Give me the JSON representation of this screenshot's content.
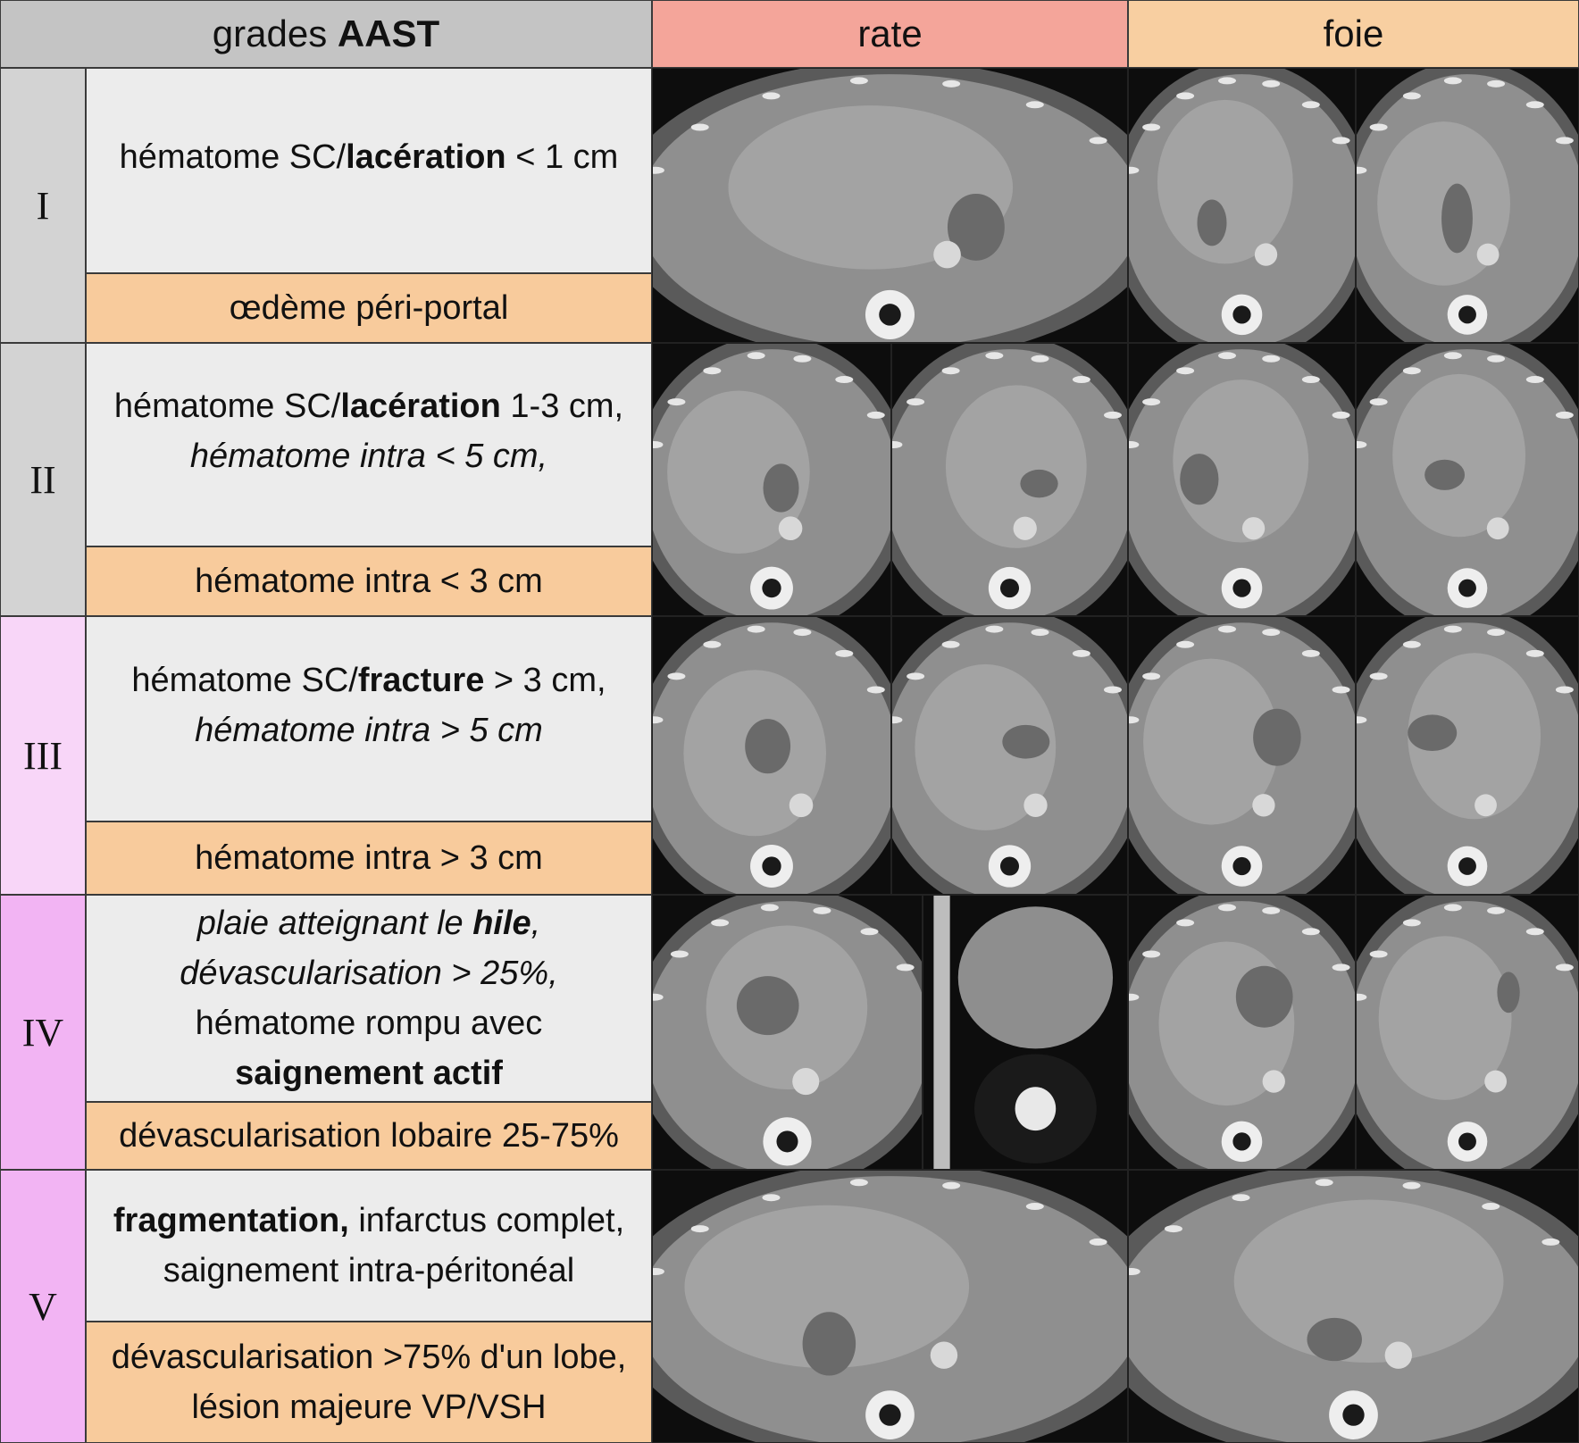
{
  "header": {
    "grades_prefix": "grades ",
    "grades_bold": "AAST",
    "rate": "rate",
    "foie": "foie"
  },
  "colors": {
    "header_grades": "#c4c4c4",
    "header_rate": "#f4a59a",
    "header_foie": "#f8cfa1",
    "grade_I_II": "#d3d3d3",
    "grade_III": "#f8d6f8",
    "grade_IV_V": "#f2b4f3",
    "description_bg": "#ececec",
    "liver_only_bg": "#f8cb9c"
  },
  "rows": [
    {
      "grade": "I",
      "desc_lines": [
        [
          {
            "t": "hématome SC/",
            "s": "n"
          },
          {
            "t": "lacération",
            "s": "b"
          },
          {
            "t": " < 1 cm",
            "s": "n"
          }
        ]
      ],
      "liver_lines": [
        [
          {
            "t": "œdème péri-portal",
            "s": "n"
          }
        ]
      ]
    },
    {
      "grade": "II",
      "desc_lines": [
        [
          {
            "t": "hématome SC/",
            "s": "n"
          },
          {
            "t": "lacération",
            "s": "b"
          },
          {
            "t": " 1-3 cm,",
            "s": "n"
          }
        ],
        [
          {
            "t": "hématome intra < 5 cm,",
            "s": "i"
          }
        ]
      ],
      "liver_lines": [
        [
          {
            "t": "hématome intra < 3 cm",
            "s": "n"
          }
        ]
      ]
    },
    {
      "grade": "III",
      "desc_lines": [
        [
          {
            "t": "hématome SC/",
            "s": "n"
          },
          {
            "t": "fracture",
            "s": "b"
          },
          {
            "t": " > 3 cm,",
            "s": "n"
          }
        ],
        [
          {
            "t": "hématome intra > 5 cm",
            "s": "i"
          }
        ]
      ],
      "liver_lines": [
        [
          {
            "t": "hématome intra > 3 cm",
            "s": "n"
          }
        ]
      ]
    },
    {
      "grade": "IV",
      "desc_lines": [
        [
          {
            "t": "plaie atteignant le ",
            "s": "i"
          },
          {
            "t": "hile",
            "s": "bi"
          },
          {
            "t": ",",
            "s": "i"
          }
        ],
        [
          {
            "t": "dévascularisation > 25%,",
            "s": "i"
          }
        ],
        [
          {
            "t": "hématome rompu avec",
            "s": "n"
          }
        ],
        [
          {
            "t": "saignement actif",
            "s": "b"
          }
        ]
      ],
      "liver_lines": [
        [
          {
            "t": "dévascularisation lobaire 25-75%",
            "s": "n"
          }
        ]
      ]
    },
    {
      "grade": "V",
      "desc_lines": [
        [
          {
            "t": "fragmentation,",
            "s": "b"
          },
          {
            "t": " infarctus complet,",
            "s": "n"
          }
        ],
        [
          {
            "t": "saignement intra-péritonéal",
            "s": "n"
          }
        ]
      ],
      "liver_lines": [
        [
          {
            "t": "dévascularisation >75% d'un lobe,",
            "s": "n"
          }
        ],
        [
          {
            "t": "lésion majeure VP/VSH",
            "s": "n"
          }
        ]
      ]
    }
  ],
  "images": [
    {
      "id": "rate-I"
    },
    {
      "id": "foie-I-a"
    },
    {
      "id": "foie-I-b"
    },
    {
      "id": "rate-II-a"
    },
    {
      "id": "rate-II-b"
    },
    {
      "id": "foie-II-a"
    },
    {
      "id": "foie-II-b"
    },
    {
      "id": "rate-III-a"
    },
    {
      "id": "rate-III-b"
    },
    {
      "id": "foie-III-a"
    },
    {
      "id": "foie-III-b"
    },
    {
      "id": "rate-IV-a"
    },
    {
      "id": "rate-IV-b"
    },
    {
      "id": "foie-IV-a"
    },
    {
      "id": "foie-IV-b"
    },
    {
      "id": "rate-V"
    },
    {
      "id": "foie-V"
    }
  ]
}
